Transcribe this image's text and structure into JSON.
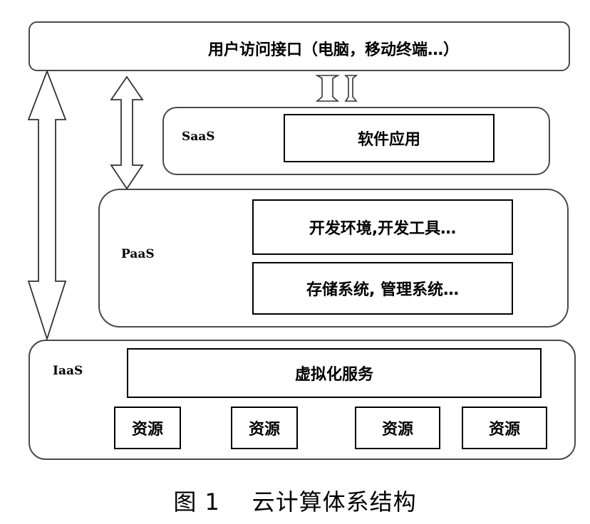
{
  "top": {
    "label": "用户访问接口（电脑，移动终端…）"
  },
  "saas": {
    "layer_label": "SaaS",
    "box": "软件应用"
  },
  "paas": {
    "layer_label": "PaaS",
    "box1": "开发环境,开发工具…",
    "box2": "存储系统, 管理系统…"
  },
  "iaas": {
    "layer_label": "IaaS",
    "virtualization": "虚拟化服务",
    "resources": [
      "资源",
      "资源",
      "资源",
      "资源"
    ]
  },
  "caption": "图 1    云计算体系结构"
}
